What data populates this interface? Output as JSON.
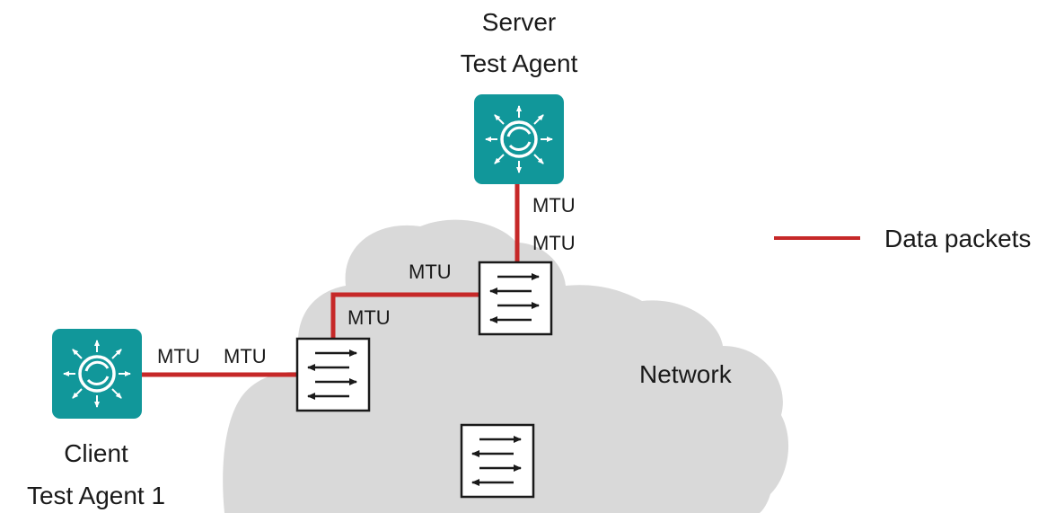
{
  "labels": {
    "server_line1": "Server",
    "server_line2": "Test Agent",
    "client_line1": "Client",
    "client_line2": "Test Agent 1",
    "network": "Network",
    "mtu": "MTU"
  },
  "legend": {
    "label": "Data packets",
    "color": "#c62828"
  },
  "colors": {
    "agent": "#11979a",
    "cloud": "#d9d9d9",
    "link": "#c62828"
  },
  "icons": {
    "agent": "test-agent-icon",
    "switch": "network-switch-icon",
    "cloud": "cloud-shape"
  }
}
